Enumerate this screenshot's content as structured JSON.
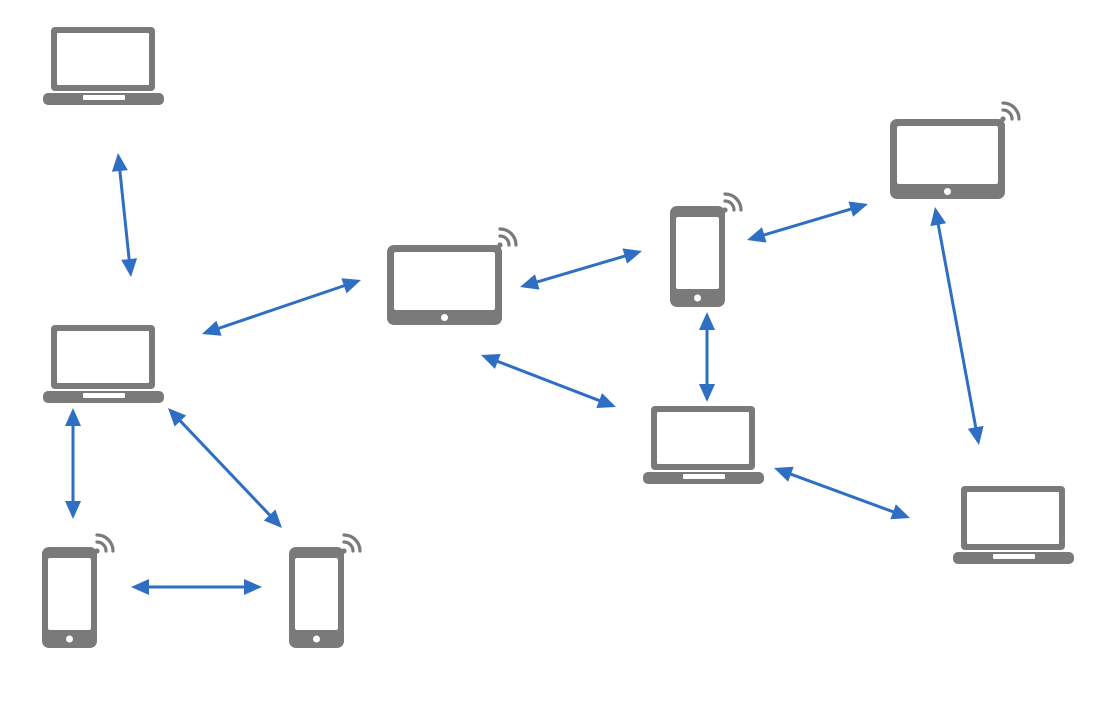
{
  "diagram": {
    "kind": "device-network",
    "colors": {
      "device": "#7a7a7a",
      "screen": "#ffffff",
      "arrow": "#2e6fc4",
      "background": "#ffffff"
    },
    "nodes": [
      {
        "id": "laptop-top-left",
        "type": "laptop",
        "wireless": false
      },
      {
        "id": "laptop-mid-left",
        "type": "laptop",
        "wireless": false
      },
      {
        "id": "phone-bottom-left",
        "type": "phone",
        "wireless": true
      },
      {
        "id": "phone-bottom-center",
        "type": "phone",
        "wireless": true
      },
      {
        "id": "tablet-center",
        "type": "tablet",
        "wireless": true
      },
      {
        "id": "phone-center-right",
        "type": "phone",
        "wireless": true
      },
      {
        "id": "tablet-top-right",
        "type": "tablet",
        "wireless": true
      },
      {
        "id": "laptop-center-right",
        "type": "laptop",
        "wireless": false
      },
      {
        "id": "laptop-bottom-right",
        "type": "laptop",
        "wireless": false
      }
    ],
    "links": [
      {
        "from": "laptop-top-left",
        "to": "laptop-mid-left"
      },
      {
        "from": "laptop-mid-left",
        "to": "tablet-center"
      },
      {
        "from": "laptop-mid-left",
        "to": "phone-bottom-left"
      },
      {
        "from": "laptop-mid-left",
        "to": "phone-bottom-center"
      },
      {
        "from": "phone-bottom-left",
        "to": "phone-bottom-center"
      },
      {
        "from": "tablet-center",
        "to": "phone-center-right"
      },
      {
        "from": "tablet-center",
        "to": "laptop-center-right"
      },
      {
        "from": "phone-center-right",
        "to": "tablet-top-right"
      },
      {
        "from": "phone-center-right",
        "to": "laptop-center-right"
      },
      {
        "from": "tablet-top-right",
        "to": "laptop-bottom-right"
      },
      {
        "from": "laptop-center-right",
        "to": "laptop-bottom-right"
      }
    ]
  }
}
